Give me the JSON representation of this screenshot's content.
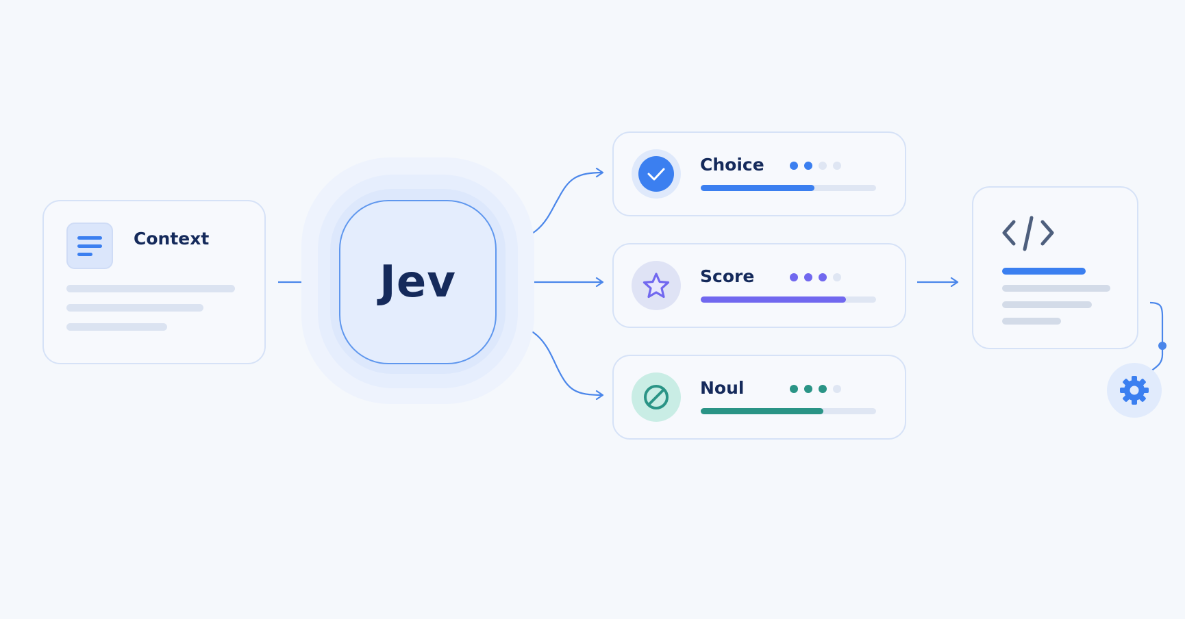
{
  "nodes": {
    "context": {
      "label": "Context"
    },
    "center": {
      "label": "Jev"
    },
    "outputs": [
      {
        "key": "choice",
        "label": "Choice",
        "progress": 0.65,
        "color": "#3b7ff0",
        "dot_color": "#3b7ff0",
        "dots_filled": 2,
        "icon": "check-icon"
      },
      {
        "key": "score",
        "label": "Score",
        "progress": 0.83,
        "color": "#7168ef",
        "dot_color": "#7168ef",
        "dots_filled": 3,
        "icon": "star-icon"
      },
      {
        "key": "noul",
        "label": "Noul",
        "progress": 0.7,
        "color": "#2a9486",
        "dot_color": "#2a9486",
        "dots_filled": 3,
        "icon": "prohibited-icon"
      }
    ],
    "result": {
      "icon": "code-icon"
    },
    "settings": {
      "icon": "gear-icon"
    }
  },
  "colors": {
    "accent": "#3b7ff0",
    "text": "#152a5b",
    "border": "#d6e2f7",
    "connector": "#4a86ea"
  }
}
